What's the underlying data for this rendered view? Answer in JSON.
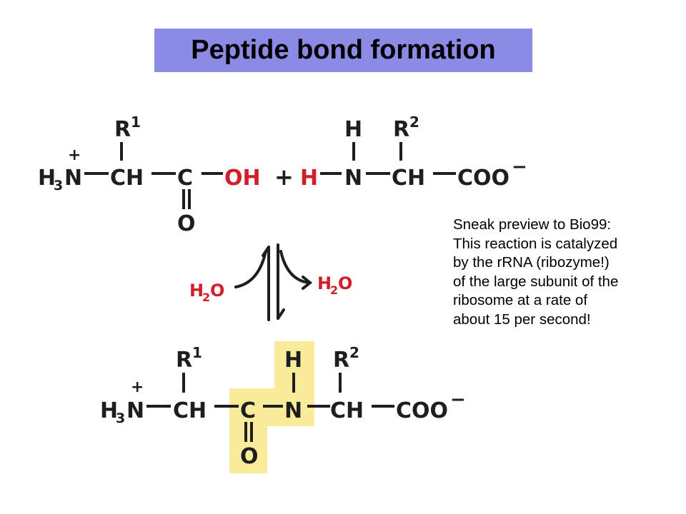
{
  "title": "Peptide bond formation",
  "note_lines": [
    "Sneak preview to Bio99:",
    "This reaction is catalyzed",
    "by the rRNA (ribozyme!)",
    "of the large subunit of the",
    "ribosome at a rate of",
    "about 15 per second!"
  ],
  "colors": {
    "title_bg": "#8b8be6",
    "highlight": "#f8ec9a",
    "red": "#d11f2a",
    "bond": "#1e1e1e"
  },
  "reactants": {
    "r1": "R",
    "r1_sup": "1",
    "plus_charge": "+",
    "h3n_h": "H",
    "h3n_sub": "3",
    "h3n_n": "N",
    "ch1": "CH",
    "c1": "C",
    "oh": "OH",
    "o1": "O",
    "plus": "+",
    "h_red": "H",
    "n2": "N",
    "h_top": "H",
    "r2": "R",
    "r2_sup": "2",
    "ch2": "CH",
    "coo": "COO",
    "minus": "−"
  },
  "water": {
    "left_h": "H",
    "left_sub": "2",
    "left_o": "O",
    "right_h": "H",
    "right_sub": "2",
    "right_o": "O"
  },
  "product": {
    "r1": "R",
    "r1_sup": "1",
    "plus_charge": "+",
    "h3n_h": "H",
    "h3n_sub": "3",
    "h3n_n": "N",
    "ch1": "CH",
    "c": "C",
    "o": "O",
    "n": "N",
    "h": "H",
    "r2": "R",
    "r2_sup": "2",
    "ch2": "CH",
    "coo": "COO",
    "minus": "−"
  }
}
